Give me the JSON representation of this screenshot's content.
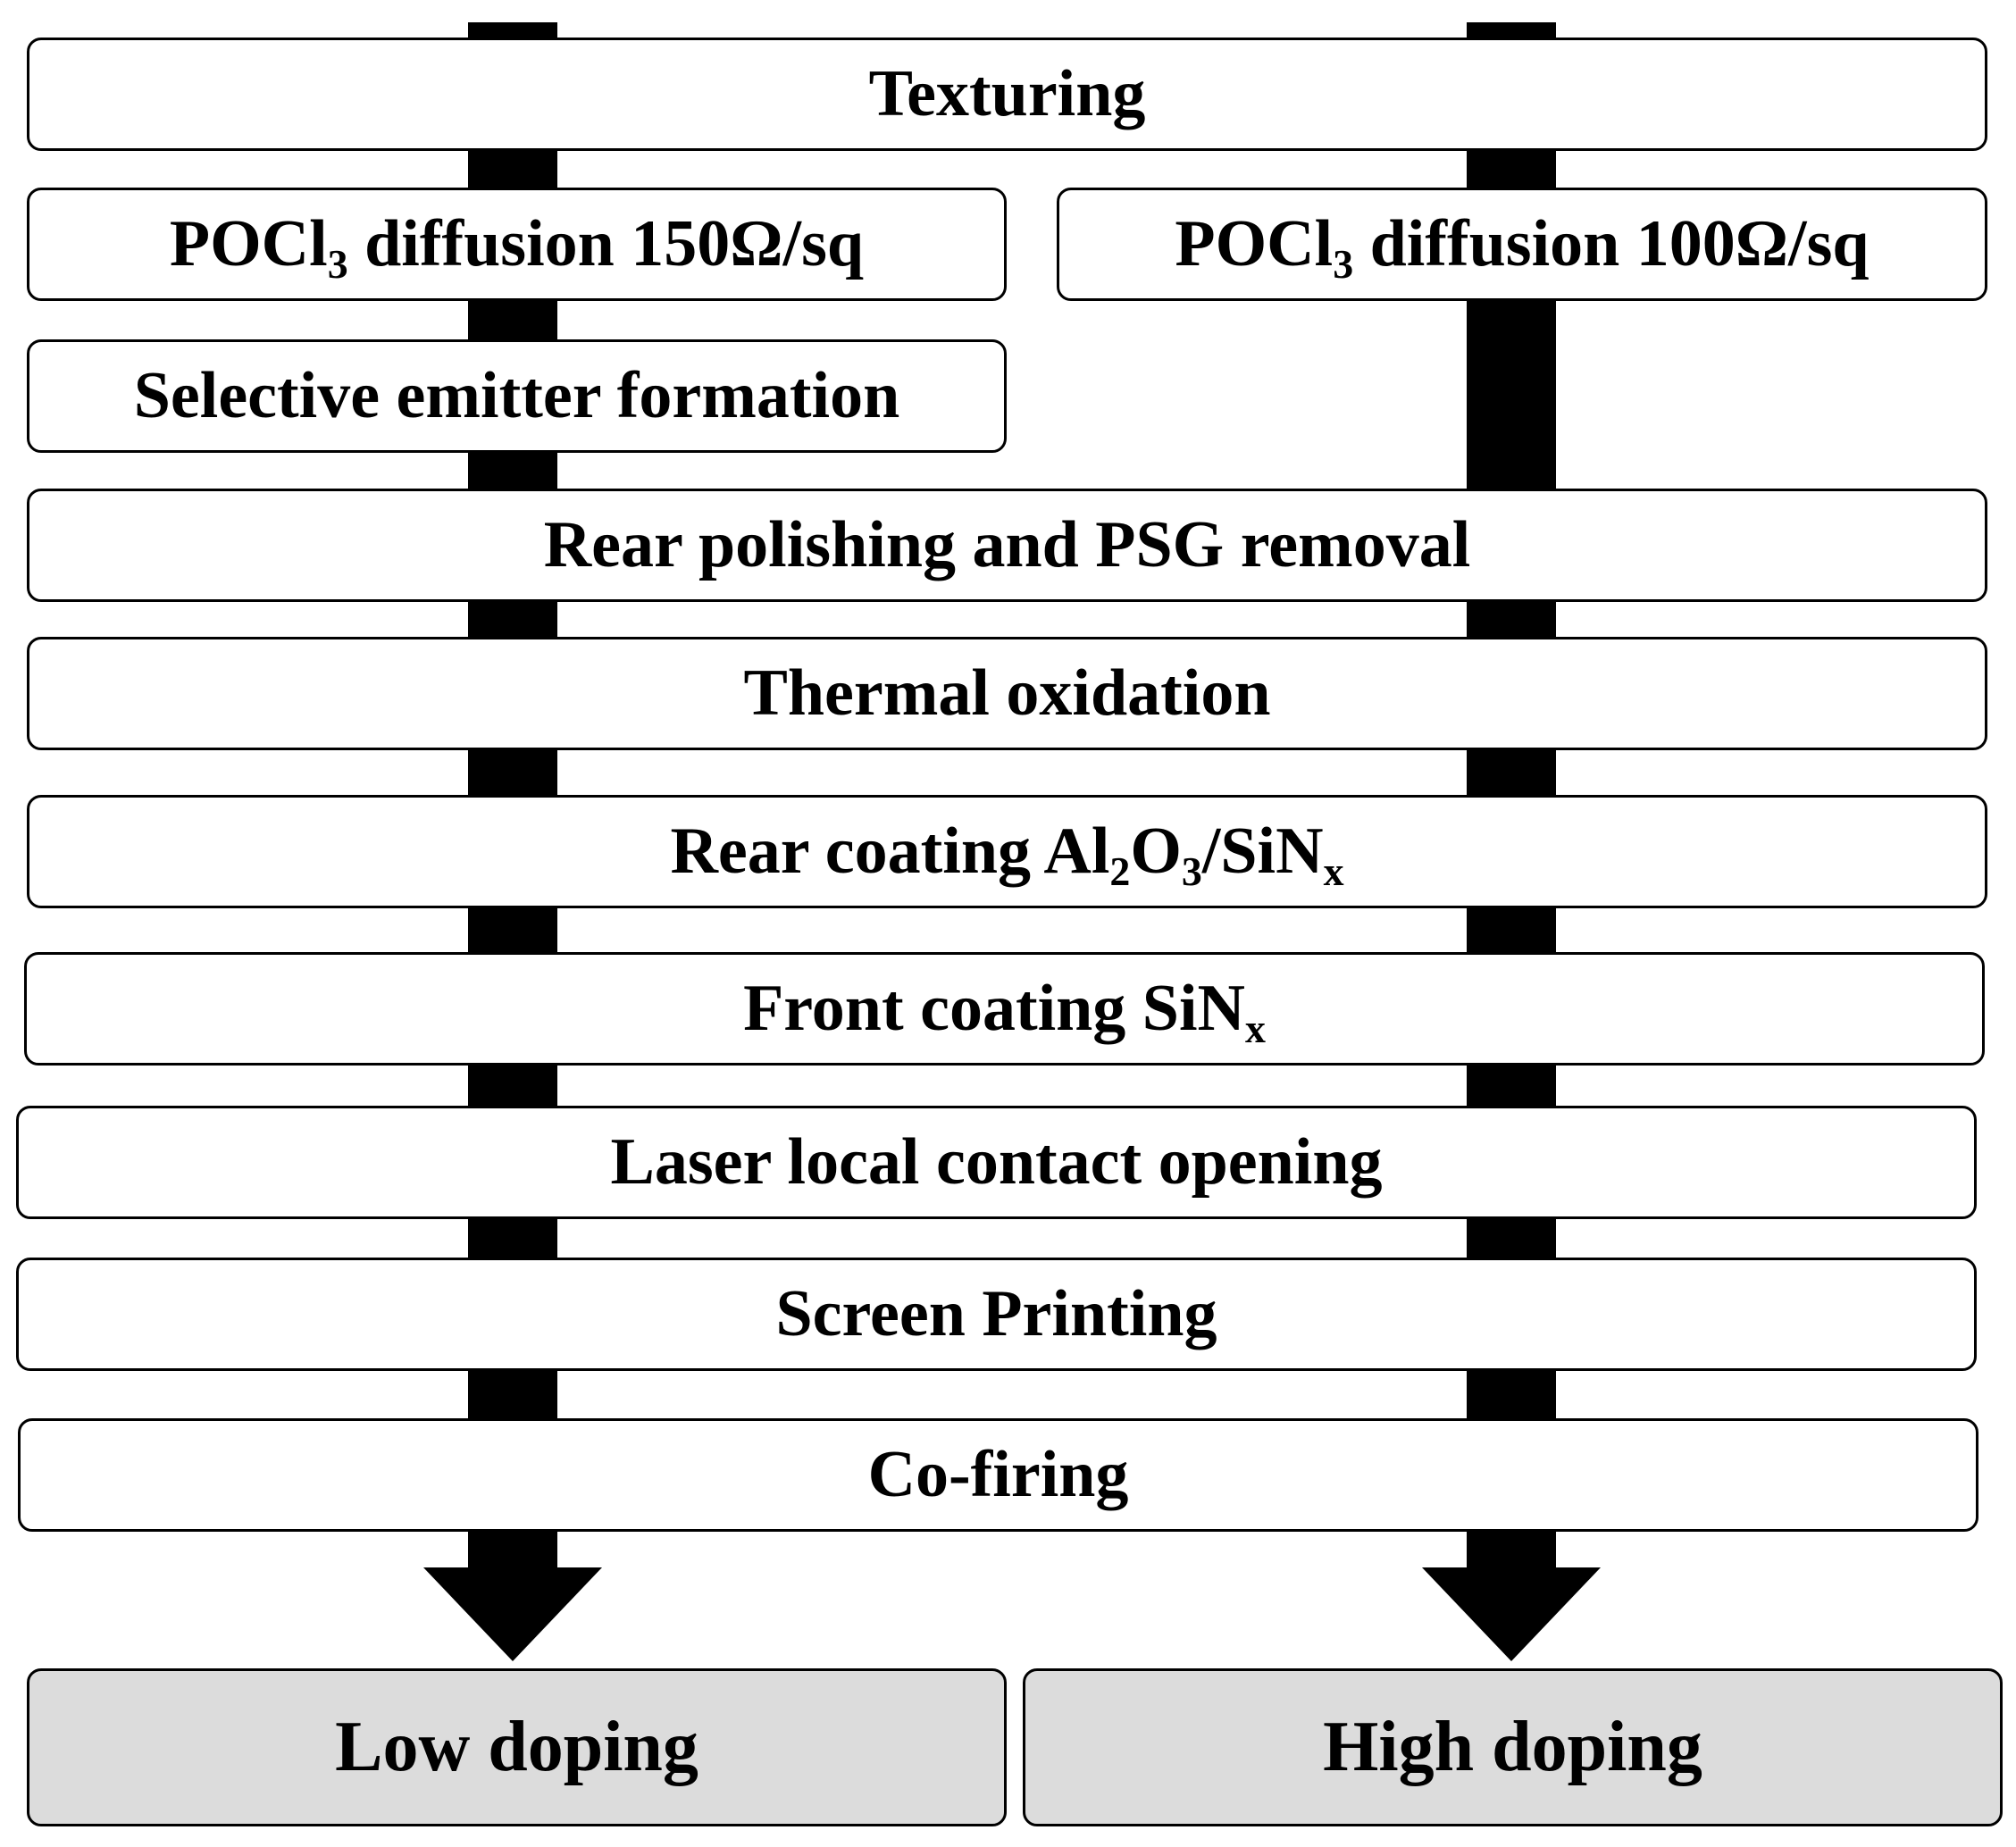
{
  "colors": {
    "box_fill": "#ffffff",
    "result_fill": "#dcdcdc",
    "stroke": "#000000"
  },
  "flow": {
    "left_path": "Low doping",
    "right_path": "High doping"
  },
  "steps": {
    "texturing": "Texturing",
    "diffusion_left": {
      "pre": "POCl",
      "sub": "3",
      "post": " diffusion 150Ω/sq"
    },
    "diffusion_right": {
      "pre": "POCl",
      "sub": "3",
      "post": " diffusion 100Ω/sq"
    },
    "selective_emitter": "Selective emitter formation",
    "rear_polishing": "Rear polishing and PSG removal",
    "thermal_oxidation": "Thermal oxidation",
    "rear_coating": {
      "pre": "Rear coating Al",
      "sub1": "2",
      "mid1": "O",
      "sub2": "3",
      "mid2": "/SiN",
      "sub3": "x"
    },
    "front_coating": {
      "pre": "Front coating SiN",
      "sub": "x"
    },
    "laser_opening": "Laser local contact opening",
    "screen_printing": "Screen Printing",
    "co_firing": "Co-firing"
  },
  "results": {
    "low": "Low doping",
    "high": "High doping"
  }
}
